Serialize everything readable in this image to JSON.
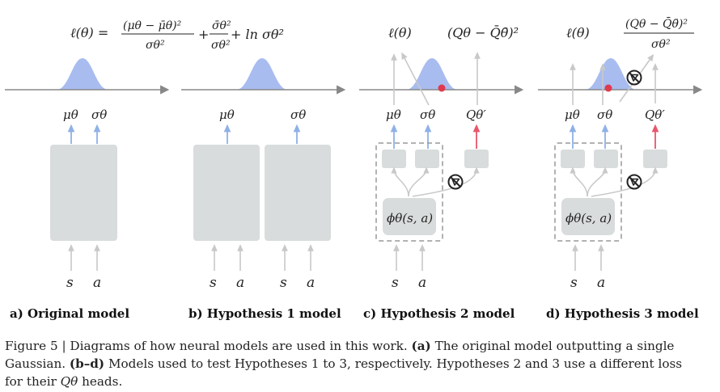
{
  "figure": {
    "panels": [
      {
        "id": "a",
        "label": "a) Original model"
      },
      {
        "id": "b",
        "label": "b) Hypothesis 1 model"
      },
      {
        "id": "c",
        "label": "c) Hypothesis 2 model"
      },
      {
        "id": "d",
        "label": "d) Hypothesis 3 model"
      }
    ],
    "formulas": {
      "loss_lhs": "ℓ(θ) =",
      "frac1_num": "(μθ − μ̄θ)²",
      "frac1_den": "σθ²",
      "plus1": "+",
      "frac2_num": "σ̄θ²",
      "frac2_den": "σθ²",
      "plus2_ln": "+ ln σθ²",
      "loss_c": "ℓ(θ)",
      "q_loss_c": "(Qθ − Q̄θ̄)²",
      "loss_d": "ℓ(θ)",
      "q_loss_d_num": "(Qθ − Q̄θ̄)²",
      "q_loss_d_den": "σθ²"
    },
    "labels": {
      "mu": "μθ",
      "sigma": "σθ",
      "q": "Qθ′",
      "phi": "ϕθ(s, a)",
      "s": "s",
      "a": "a"
    },
    "colors": {
      "box": "#d9dcdc",
      "gaussian": "#a9bcef",
      "axis": "#888888",
      "arrow_gray": "#c8c8c8",
      "arrow_blue": "#8fb1e6",
      "arrow_red": "#e8566b",
      "dot_red": "#e03a4e"
    },
    "icons": [
      "stop-gradient-icon"
    ]
  },
  "caption": {
    "prefix": "Figure 5 | Diagrams of how neural models are used in this work.",
    "a_tag": "(a)",
    "a_text": "The original model outputting a single Gaussian.",
    "bd_tag": "(b–d)",
    "bd_text": "Models used to test Hypotheses 1 to 3, respectively. Hypotheses 2 and 3 use a different loss for their",
    "q_symbol": "Qθ",
    "suffix": "heads."
  }
}
